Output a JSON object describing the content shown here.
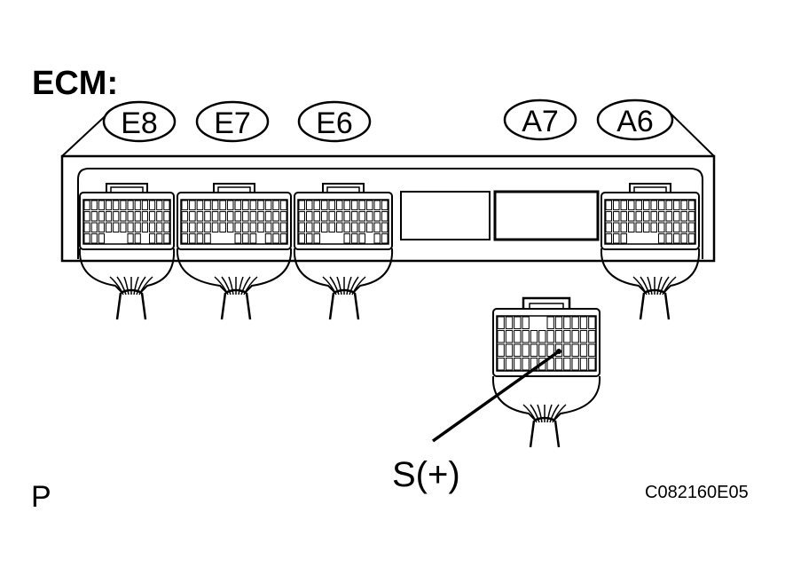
{
  "title": "ECM:",
  "connectors": [
    "E8",
    "E7",
    "E6",
    "A7",
    "A6"
  ],
  "terminal_label": "S(+)",
  "corner_letter": "P",
  "figure_code": "C082160E05",
  "colors": {
    "ink": "#000000",
    "paper": "#ffffff"
  }
}
